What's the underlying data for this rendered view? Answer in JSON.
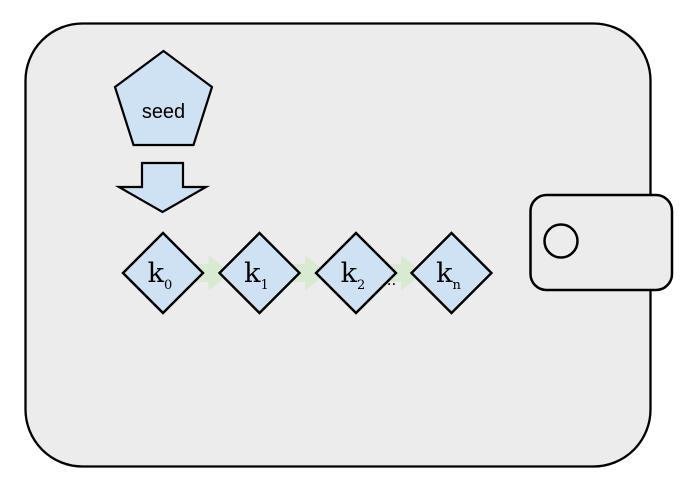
{
  "diagram": {
    "seed_label": "seed",
    "keys": [
      {
        "base": "k",
        "sub": "0"
      },
      {
        "base": "k",
        "sub": "1"
      },
      {
        "base": "k",
        "sub": "2"
      },
      {
        "base": "k",
        "sub": "n"
      }
    ],
    "ellipsis": "...",
    "colors": {
      "wallet_fill": "#ececec",
      "outline": "#000000",
      "node_fill": "#cfe2f3",
      "arrow_fill": "#d9ead3"
    }
  }
}
